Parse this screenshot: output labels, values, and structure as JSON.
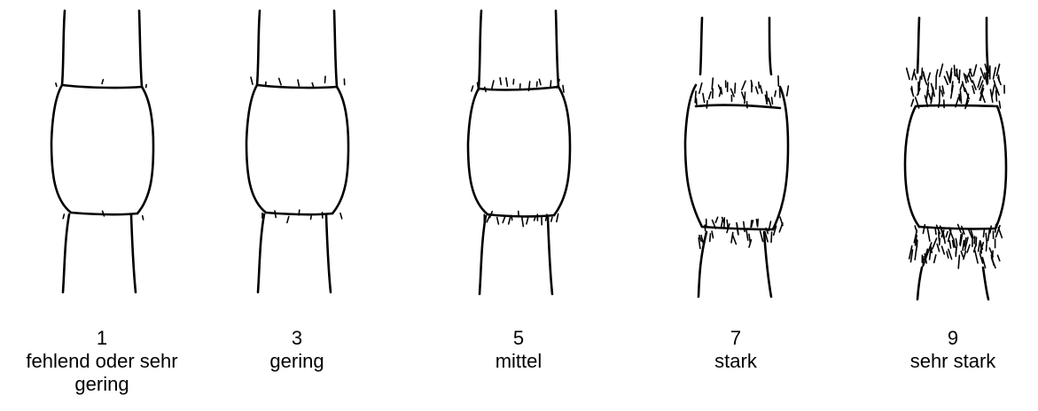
{
  "stages": [
    {
      "number": "1",
      "label": "fehlend oder sehr gering",
      "intensity": 0
    },
    {
      "number": "3",
      "label": "gering",
      "intensity": 1
    },
    {
      "number": "5",
      "label": "mittel",
      "intensity": 2
    },
    {
      "number": "7",
      "label": "stark",
      "intensity": 3
    },
    {
      "number": "9",
      "label": "sehr stark",
      "intensity": 4
    }
  ],
  "colors": {
    "line": "#000000",
    "background": "#ffffff"
  }
}
